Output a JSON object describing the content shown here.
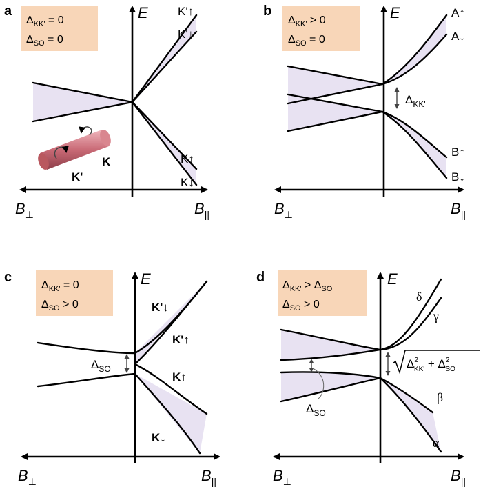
{
  "panels": {
    "a": {
      "letter": "a",
      "box_line1": "Δ",
      "box_line1_sub": "KK'",
      "box_line1_rest": " = 0",
      "box_line2": "Δ",
      "box_line2_sub": "SO",
      "box_line2_rest": " = 0",
      "axis_E": "E",
      "axis_Bperp": "B",
      "axis_Bpar": "B",
      "labels": [
        "K'↑",
        "K'↓",
        "K↑",
        "K↓"
      ],
      "tube_labels": [
        "K'",
        "K"
      ]
    },
    "b": {
      "letter": "b",
      "box_line1": "Δ",
      "box_line1_sub": "KK'",
      "box_line1_rest": " > 0",
      "box_line2": "Δ",
      "box_line2_sub": "SO",
      "box_line2_rest": " = 0",
      "axis_E": "E",
      "axis_Bperp": "B",
      "axis_Bpar": "B",
      "labels": [
        "A↑",
        "A↓",
        "B↑",
        "B↓"
      ],
      "gap_label": "Δ",
      "gap_label_sub": "KK'"
    },
    "c": {
      "letter": "c",
      "box_line1": "Δ",
      "box_line1_sub": "KK'",
      "box_line1_rest": " = 0",
      "box_line2": "Δ",
      "box_line2_sub": "SO",
      "box_line2_rest": " > 0",
      "axis_E": "E",
      "axis_Bperp": "B",
      "axis_Bpar": "B",
      "labels": [
        "K'↓",
        "K'↑",
        "K↑",
        "K↓"
      ],
      "gap_label": "Δ",
      "gap_label_sub": "SO"
    },
    "d": {
      "letter": "d",
      "box_line1": "Δ",
      "box_line1_sub": "KK'",
      "box_line1_rest": " > Δ",
      "box_line1_sub2": "SO",
      "box_line2": "Δ",
      "box_line2_sub": "SO",
      "box_line2_rest": " > 0",
      "axis_E": "E",
      "axis_Bperp": "B",
      "axis_Bpar": "B",
      "labels": [
        "δ",
        "γ",
        "β",
        "α"
      ],
      "gap_label": "Δ",
      "gap_label_sub": "SO",
      "sqrt_term1": "Δ",
      "sqrt_term1_sub": "KK'",
      "sqrt_plus": " + Δ",
      "sqrt_term2_sub": "SO",
      "sqrt_sup": "2"
    }
  },
  "colors": {
    "fill": "#e8e2f2",
    "box": "#f8d6b8",
    "tube": "#c96a76"
  },
  "subscripts": {
    "perp": "⊥",
    "par": "||"
  }
}
